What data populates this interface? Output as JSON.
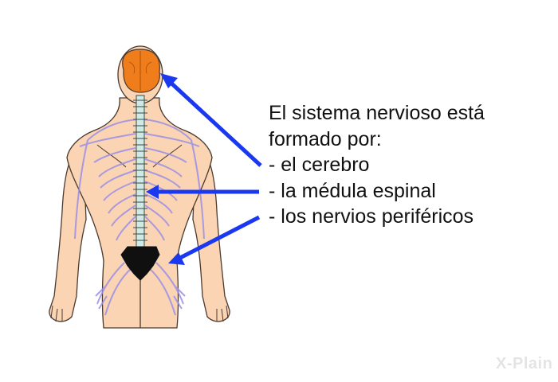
{
  "caption": {
    "heading_line1": "El sistema nervioso está",
    "heading_line2": "formado por:",
    "items": [
      "- el cerebro",
      "- la médula espinal",
      "- los nervios periféricos"
    ]
  },
  "logo": {
    "text": "X-Plain"
  },
  "colors": {
    "skin": "#fad4b3",
    "outline": "#4a3a30",
    "brain": "#f07d1c",
    "nerves": "#9b8fe6",
    "spine": "#cfe9e4",
    "sacrum": "#101010",
    "arrow": "#1a38f0",
    "text": "#111111",
    "logo": "#e4e4e4"
  },
  "icons": [
    "human-back-figure",
    "brain-icon",
    "spinal-cord-icon",
    "pointer-arrow-icon"
  ]
}
